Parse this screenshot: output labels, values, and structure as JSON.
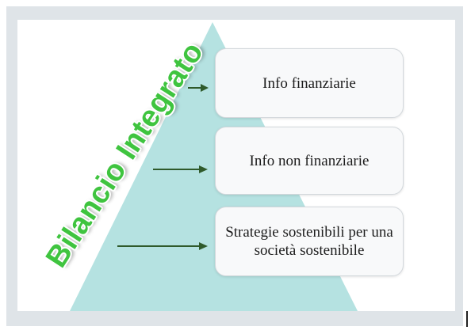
{
  "diagram": {
    "title": "Bilancio Integrato",
    "levels": [
      {
        "label": "Info finanziarie"
      },
      {
        "label": "Info non finanziarie"
      },
      {
        "label": "Strategie sostenibili per una società sostenibile"
      }
    ]
  },
  "colors": {
    "pyramid": "#b5e2e1",
    "title": "#3fc43f",
    "arrow": "#2f5a2b",
    "frame": "#dfe4e8"
  }
}
